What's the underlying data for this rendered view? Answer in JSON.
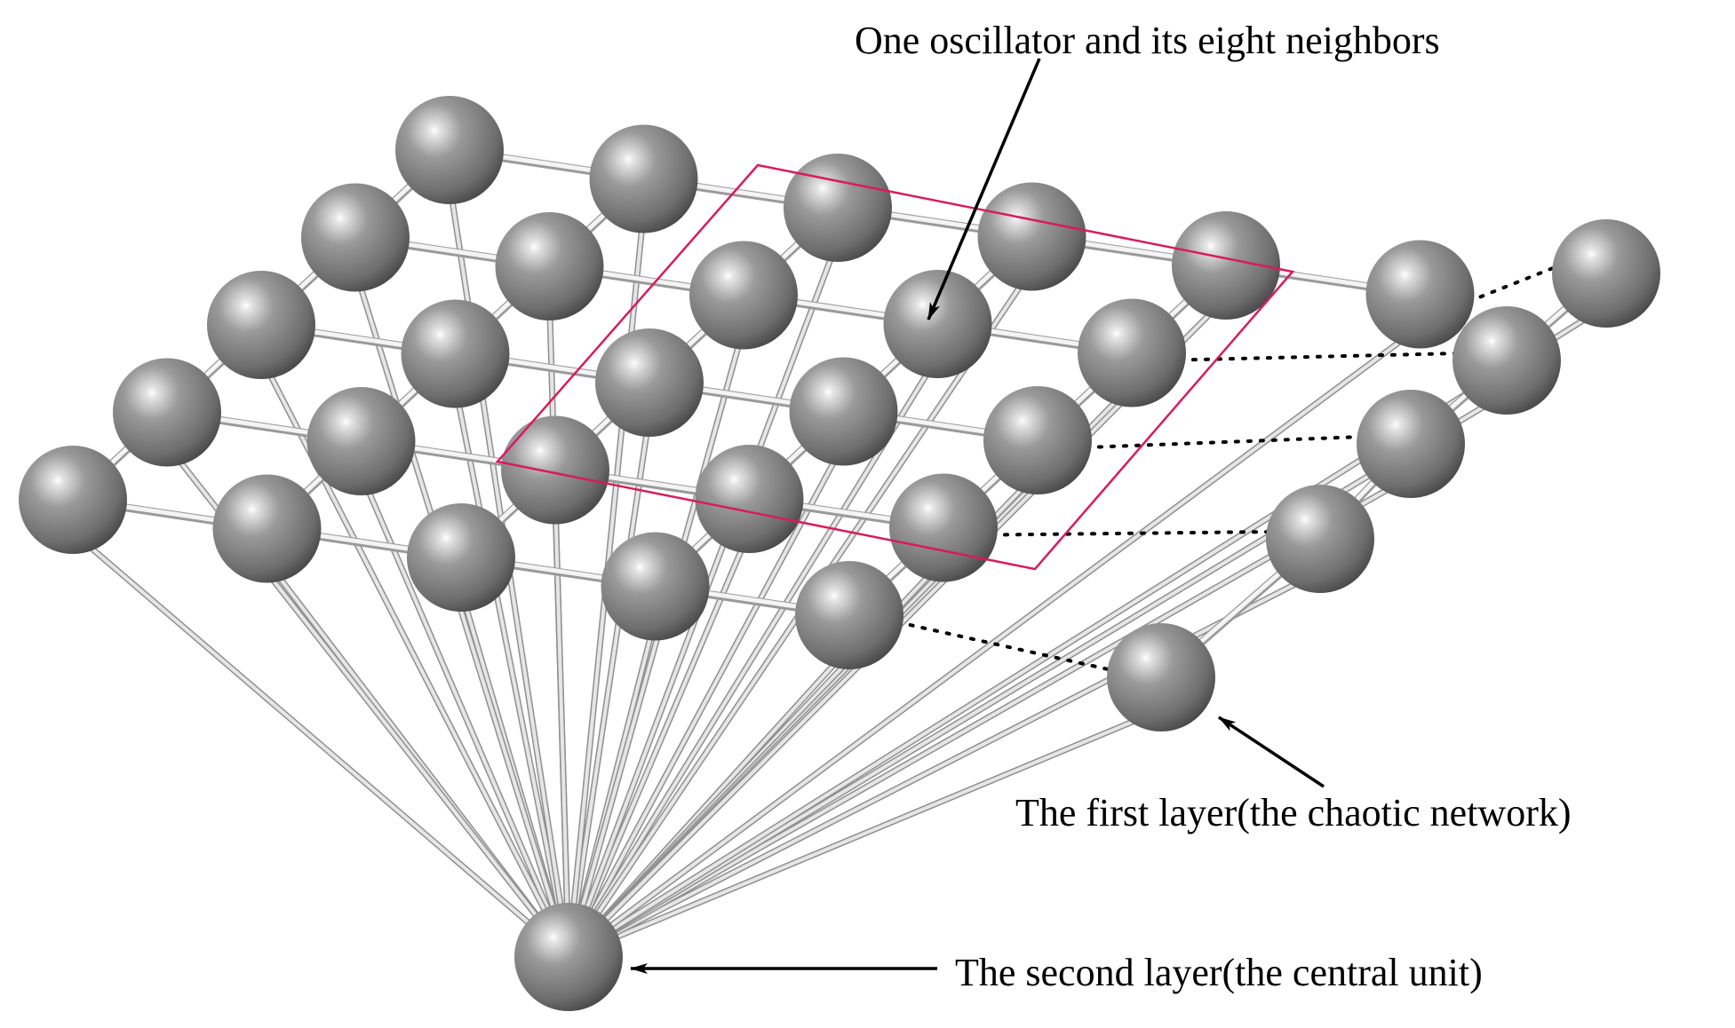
{
  "labels": {
    "neighbors": "One oscillator and its eight neighbors",
    "first_layer": "The first layer(the chaotic network)",
    "second_layer": "The second layer(the central unit)"
  },
  "colors": {
    "sphere": "#7a7a7a",
    "rod": "#e6e6e6",
    "highlight_box": "#d81b60",
    "arrow": "#000000"
  }
}
